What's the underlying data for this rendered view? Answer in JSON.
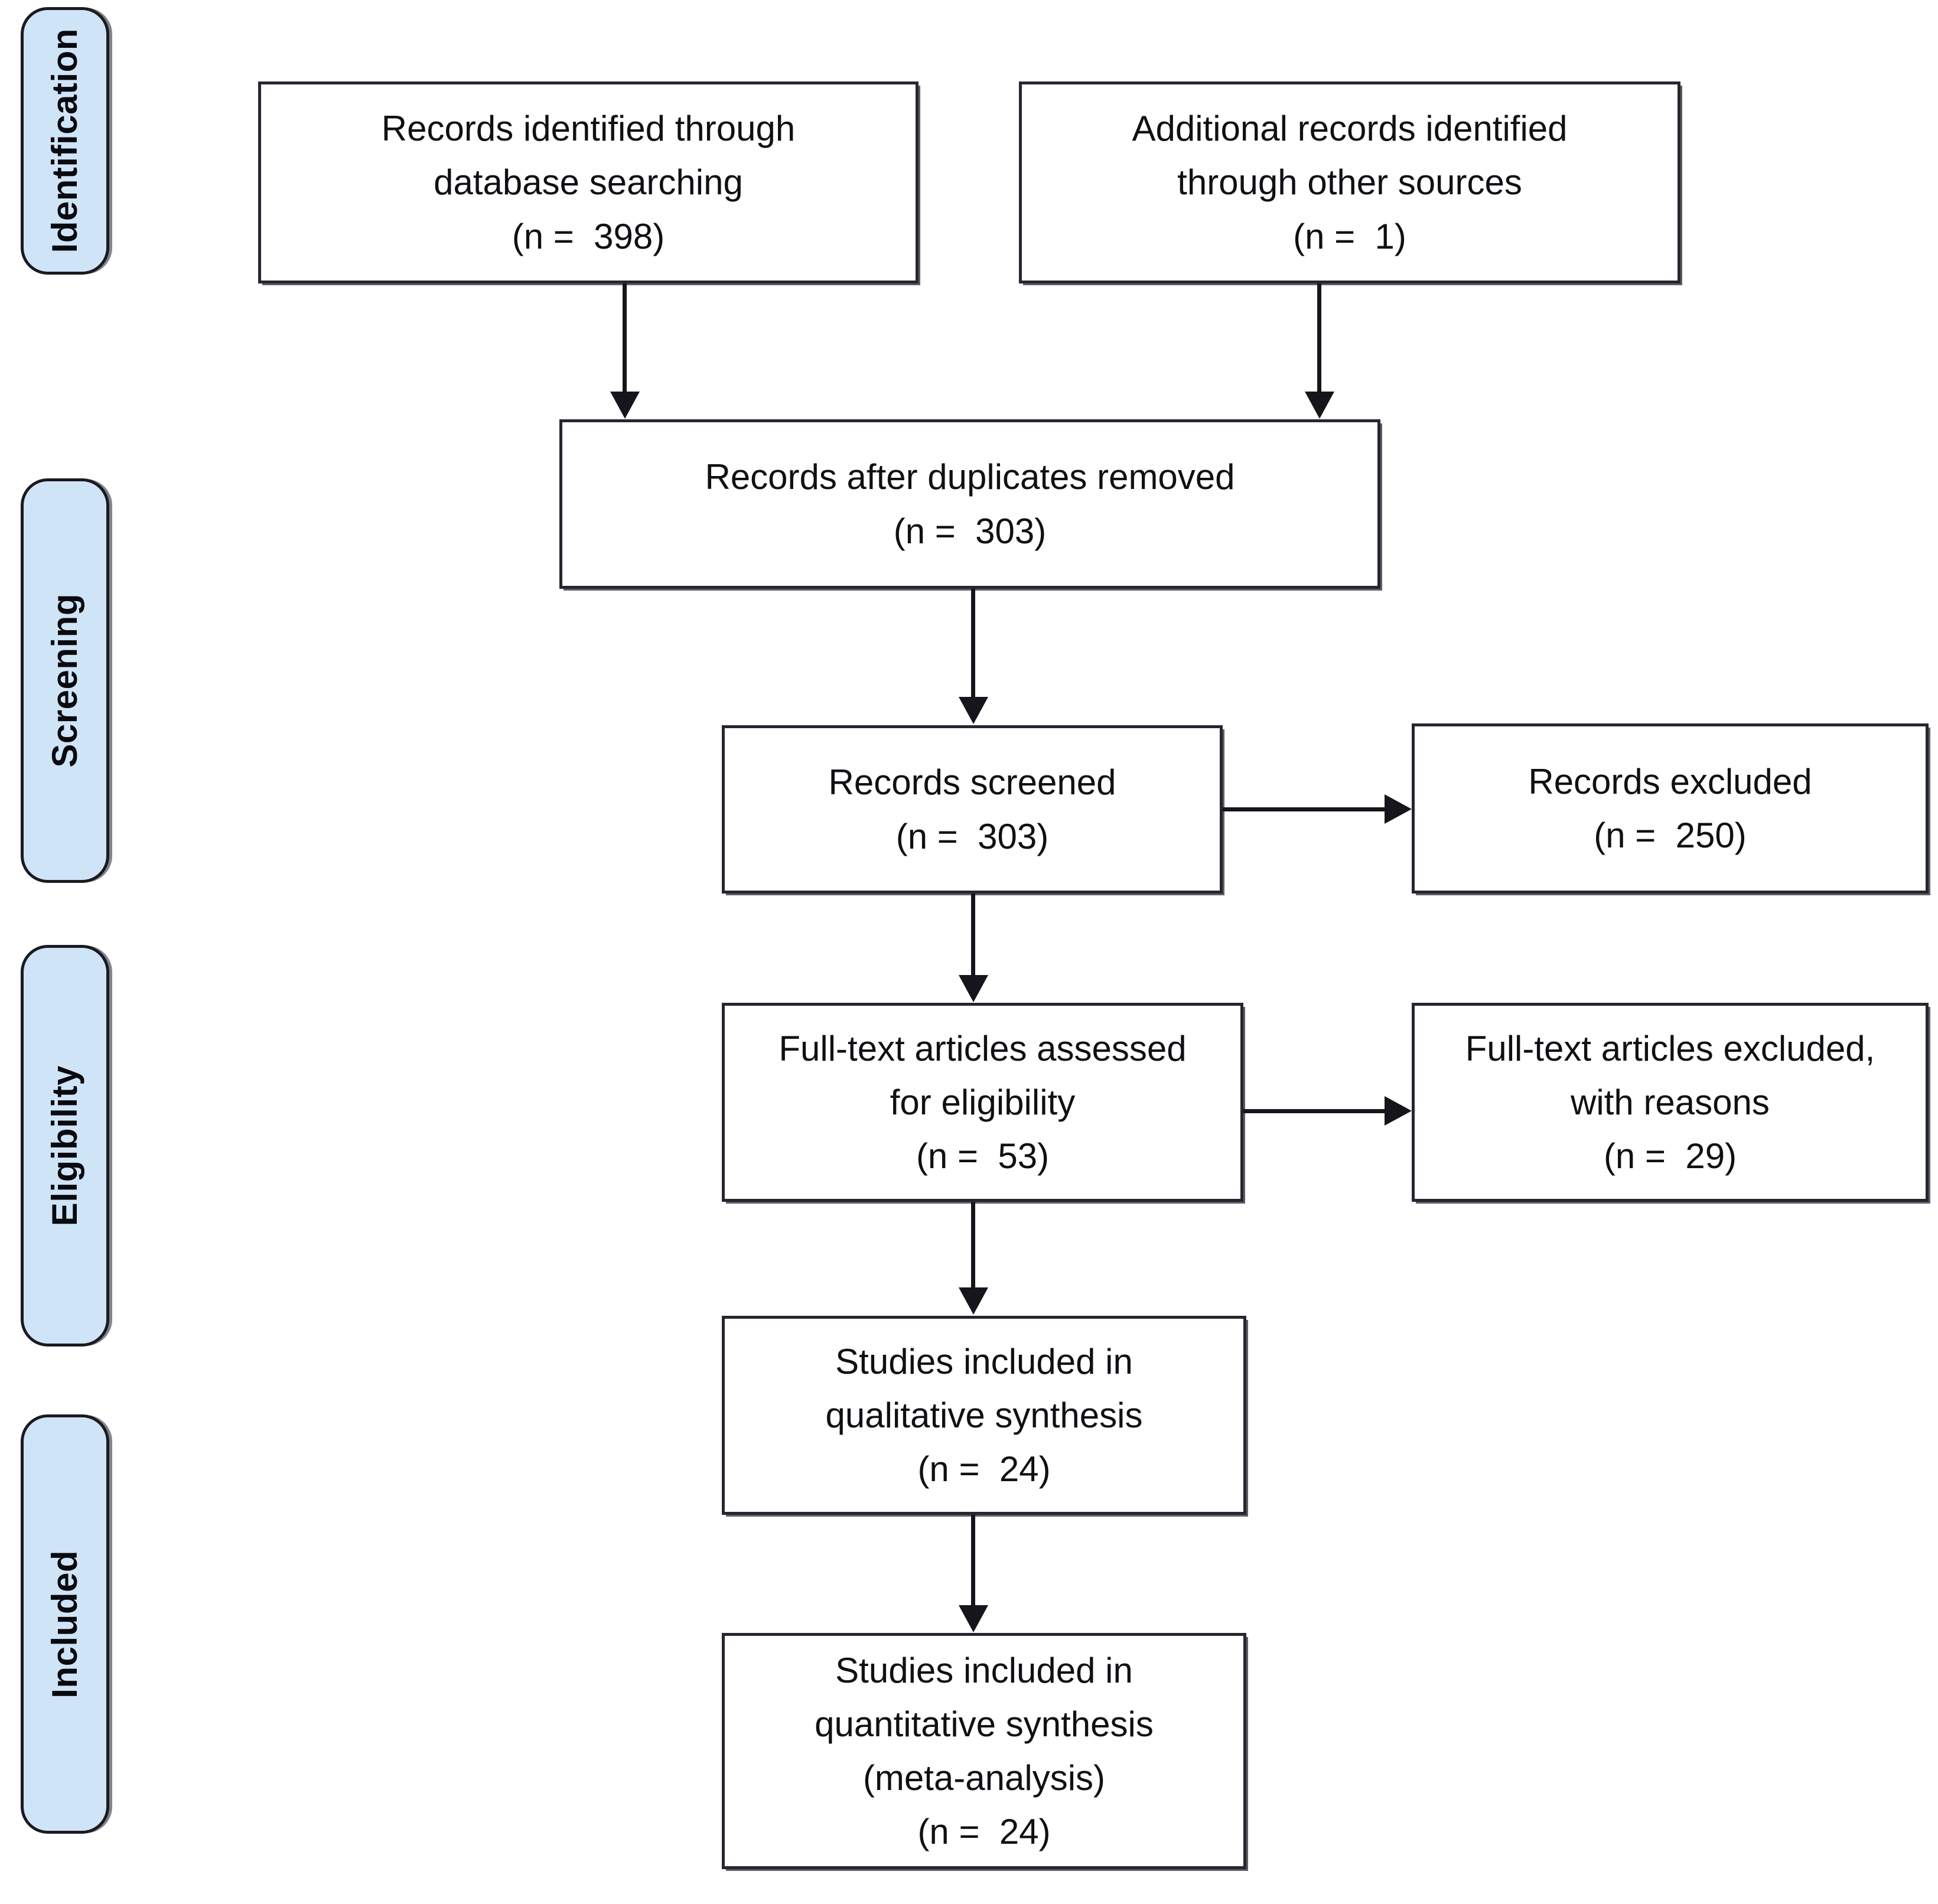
{
  "diagram": {
    "type": "prisma-flow-diagram",
    "accent_color": "#cfe4f7",
    "border_color": "#262630",
    "stages": [
      {
        "label": "Identification"
      },
      {
        "label": "Screening"
      },
      {
        "label": "Eligibility"
      },
      {
        "label": "Included"
      }
    ],
    "boxes": {
      "database_search": {
        "line1": "Records identified through",
        "line2": "database searching",
        "line3": "(n =  398)"
      },
      "other_sources": {
        "line1": "Additional records identified",
        "line2": "through other sources",
        "line3": "(n =  1)"
      },
      "duplicates_removed": {
        "line1": "Records after duplicates removed",
        "line2": "(n =  303)"
      },
      "records_screened": {
        "line1": "Records screened",
        "line2": "(n =  303)"
      },
      "records_excluded": {
        "line1": "Records excluded",
        "line2": "(n =  250)"
      },
      "fulltext_assessed": {
        "line1": "Full-text articles assessed",
        "line2": "for eligibility",
        "line3": "(n =  53)"
      },
      "fulltext_excluded": {
        "line1": "Full-text articles excluded,",
        "line2": "with reasons",
        "line3": "(n =  29)"
      },
      "qualitative_synthesis": {
        "line1": "Studies included in",
        "line2": "qualitative synthesis",
        "line3": "(n =  24)"
      },
      "quantitative_synthesis": {
        "line1": "Studies included in",
        "line2": "quantitative synthesis",
        "line3": "(meta-analysis)",
        "line4": "(n =  24)"
      }
    },
    "counts": {
      "database_search": 398,
      "other_sources": 1,
      "duplicates_removed": 303,
      "records_screened": 303,
      "records_excluded": 250,
      "fulltext_assessed": 53,
      "fulltext_excluded": 29,
      "qualitative_synthesis": 24,
      "quantitative_synthesis": 24
    }
  }
}
